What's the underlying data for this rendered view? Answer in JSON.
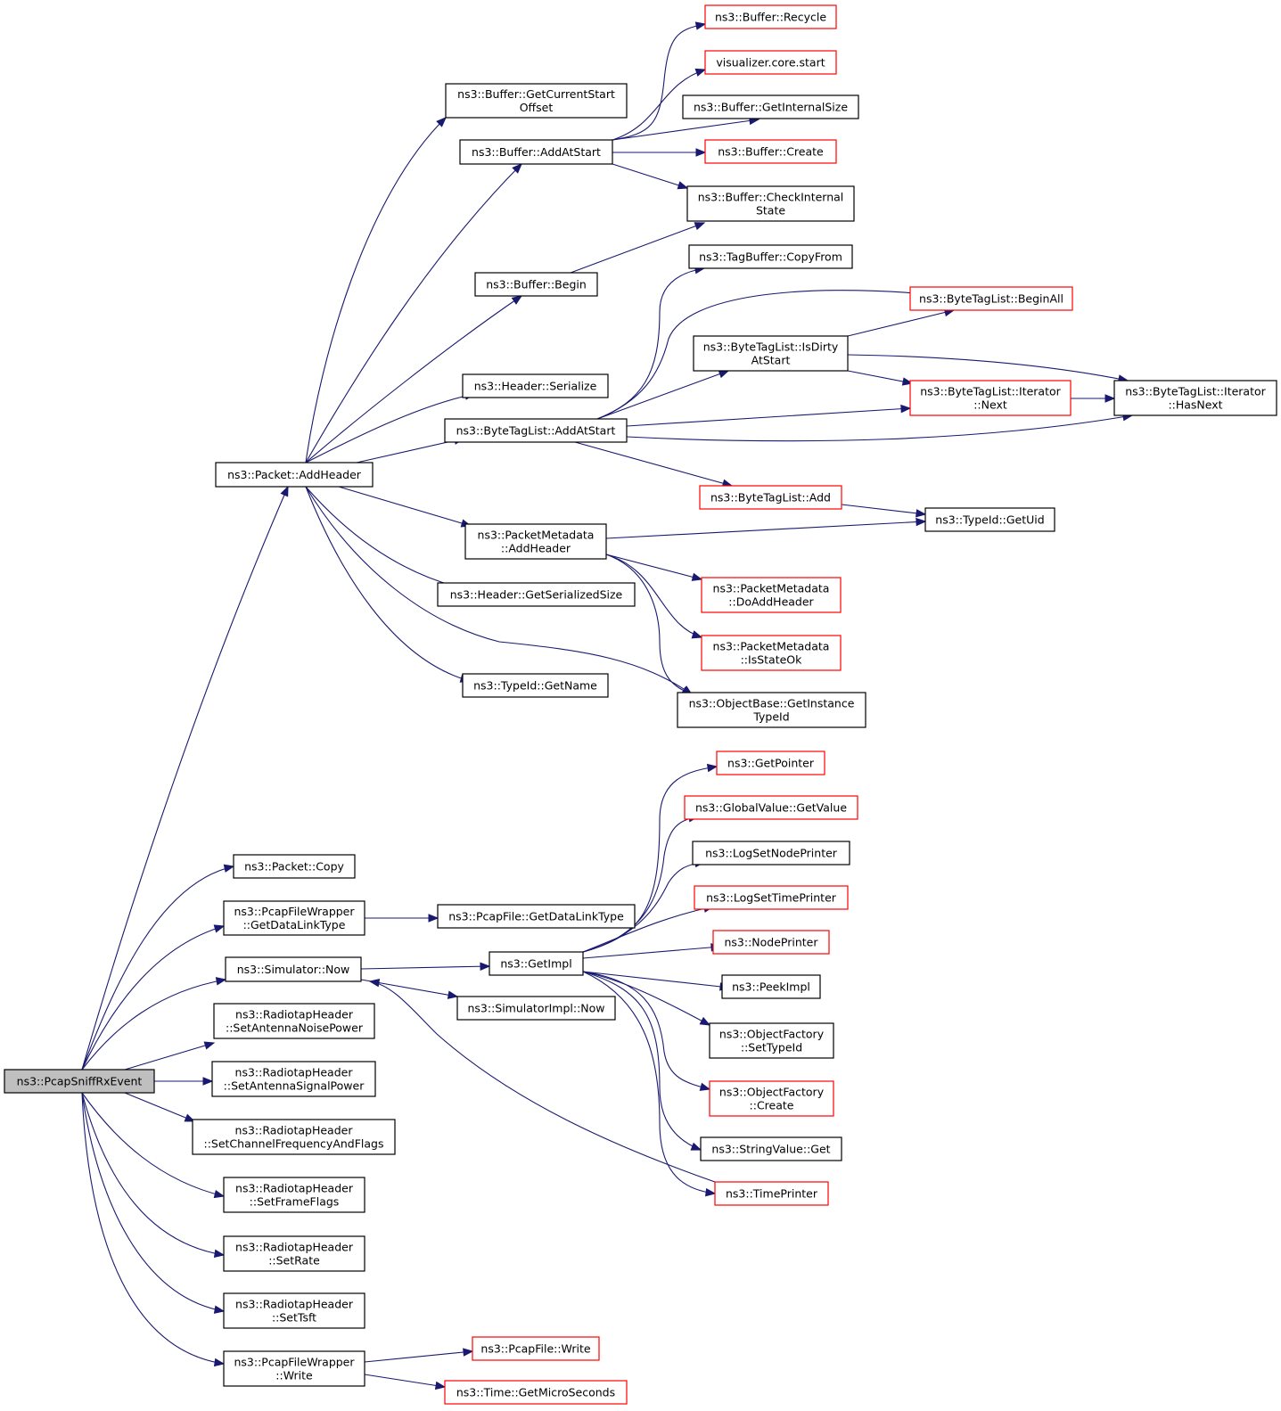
{
  "colors": {
    "edge": "#191970",
    "node_border": "#000000",
    "truncated_node_border": "#ff0000",
    "root_fill": "#bfbfbf",
    "background": "#ffffff"
  },
  "nodes": [
    {
      "id": "root",
      "kind": "root",
      "lines": [
        "ns3::PcapSniffRxEvent"
      ]
    },
    {
      "id": "addHeader",
      "kind": "normal",
      "lines": [
        "ns3::Packet::AddHeader"
      ]
    },
    {
      "id": "copy",
      "kind": "normal",
      "lines": [
        "ns3::Packet::Copy"
      ]
    },
    {
      "id": "getDLT",
      "kind": "normal",
      "lines": [
        "ns3::PcapFileWrapper",
        "::GetDataLinkType"
      ]
    },
    {
      "id": "simNow",
      "kind": "normal",
      "lines": [
        "ns3::Simulator::Now"
      ]
    },
    {
      "id": "setNoise",
      "kind": "normal",
      "lines": [
        "ns3::RadiotapHeader",
        "::SetAntennaNoisePower"
      ]
    },
    {
      "id": "setSignal",
      "kind": "normal",
      "lines": [
        "ns3::RadiotapHeader",
        "::SetAntennaSignalPower"
      ]
    },
    {
      "id": "setChan",
      "kind": "normal",
      "lines": [
        "ns3::RadiotapHeader",
        "::SetChannelFrequencyAndFlags"
      ]
    },
    {
      "id": "setFlags",
      "kind": "normal",
      "lines": [
        "ns3::RadiotapHeader",
        "::SetFrameFlags"
      ]
    },
    {
      "id": "setRate",
      "kind": "normal",
      "lines": [
        "ns3::RadiotapHeader",
        "::SetRate"
      ]
    },
    {
      "id": "setTsft",
      "kind": "normal",
      "lines": [
        "ns3::RadiotapHeader",
        "::SetTsft"
      ]
    },
    {
      "id": "wrapWrite",
      "kind": "normal",
      "lines": [
        "ns3::PcapFileWrapper",
        "::Write"
      ]
    },
    {
      "id": "getCSO",
      "kind": "normal",
      "lines": [
        "ns3::Buffer::GetCurrentStart",
        "Offset"
      ]
    },
    {
      "id": "bufAddAtStart",
      "kind": "normal",
      "lines": [
        "ns3::Buffer::AddAtStart"
      ]
    },
    {
      "id": "bufBegin",
      "kind": "normal",
      "lines": [
        "ns3::Buffer::Begin"
      ]
    },
    {
      "id": "hdrSerialize",
      "kind": "normal",
      "lines": [
        "ns3::Header::Serialize"
      ]
    },
    {
      "id": "btlAddAtStart",
      "kind": "normal",
      "lines": [
        "ns3::ByteTagList::AddAtStart"
      ]
    },
    {
      "id": "pmAddHeader",
      "kind": "normal",
      "lines": [
        "ns3::PacketMetadata",
        "::AddHeader"
      ]
    },
    {
      "id": "hdrGSS",
      "kind": "normal",
      "lines": [
        "ns3::Header::GetSerializedSize"
      ]
    },
    {
      "id": "typeIdGetName",
      "kind": "normal",
      "lines": [
        "ns3::TypeId::GetName"
      ]
    },
    {
      "id": "pfGetDLT",
      "kind": "normal",
      "lines": [
        "ns3::PcapFile::GetDataLinkType"
      ]
    },
    {
      "id": "getImpl",
      "kind": "normal",
      "lines": [
        "ns3::GetImpl"
      ]
    },
    {
      "id": "simImplNow",
      "kind": "normal",
      "lines": [
        "ns3::SimulatorImpl::Now"
      ]
    },
    {
      "id": "pfWrite",
      "kind": "red",
      "lines": [
        "ns3::PcapFile::Write"
      ]
    },
    {
      "id": "timeGMS",
      "kind": "red",
      "lines": [
        "ns3::Time::GetMicroSeconds"
      ]
    },
    {
      "id": "bufRecycle",
      "kind": "red",
      "lines": [
        "ns3::Buffer::Recycle"
      ]
    },
    {
      "id": "vizStart",
      "kind": "red",
      "lines": [
        "visualizer.core.start"
      ]
    },
    {
      "id": "bufGIS",
      "kind": "normal",
      "lines": [
        "ns3::Buffer::GetInternalSize"
      ]
    },
    {
      "id": "bufCreate",
      "kind": "red",
      "lines": [
        "ns3::Buffer::Create"
      ]
    },
    {
      "id": "bufCIS",
      "kind": "normal",
      "lines": [
        "ns3::Buffer::CheckInternal",
        "State"
      ]
    },
    {
      "id": "tagCopyFrom",
      "kind": "normal",
      "lines": [
        "ns3::TagBuffer::CopyFrom"
      ]
    },
    {
      "id": "btlIsDirty",
      "kind": "normal",
      "lines": [
        "ns3::ByteTagList::IsDirty",
        "AtStart"
      ]
    },
    {
      "id": "btlAdd",
      "kind": "red",
      "lines": [
        "ns3::ByteTagList::Add"
      ]
    },
    {
      "id": "pmDoAdd",
      "kind": "red",
      "lines": [
        "ns3::PacketMetadata",
        "::DoAddHeader"
      ]
    },
    {
      "id": "pmIsStateOk",
      "kind": "red",
      "lines": [
        "ns3::PacketMetadata",
        "::IsStateOk"
      ]
    },
    {
      "id": "objGIT",
      "kind": "normal",
      "lines": [
        "ns3::ObjectBase::GetInstance",
        "TypeId"
      ]
    },
    {
      "id": "getPointer",
      "kind": "red",
      "lines": [
        "ns3::GetPointer"
      ]
    },
    {
      "id": "gvGetValue",
      "kind": "red",
      "lines": [
        "ns3::GlobalValue::GetValue"
      ]
    },
    {
      "id": "logSNP",
      "kind": "normal",
      "lines": [
        "ns3::LogSetNodePrinter"
      ]
    },
    {
      "id": "logSTP",
      "kind": "red",
      "lines": [
        "ns3::LogSetTimePrinter"
      ]
    },
    {
      "id": "nodePrinter",
      "kind": "red",
      "lines": [
        "ns3::NodePrinter"
      ]
    },
    {
      "id": "peekImpl",
      "kind": "normal",
      "lines": [
        "ns3::PeekImpl"
      ]
    },
    {
      "id": "ofSetTypeId",
      "kind": "normal",
      "lines": [
        "ns3::ObjectFactory",
        "::SetTypeId"
      ]
    },
    {
      "id": "ofCreate",
      "kind": "red",
      "lines": [
        "ns3::ObjectFactory",
        "::Create"
      ]
    },
    {
      "id": "strGet",
      "kind": "normal",
      "lines": [
        "ns3::StringValue::Get"
      ]
    },
    {
      "id": "timePrinter",
      "kind": "red",
      "lines": [
        "ns3::TimePrinter"
      ]
    },
    {
      "id": "btlBeginAll",
      "kind": "red",
      "lines": [
        "ns3::ByteTagList::BeginAll"
      ]
    },
    {
      "id": "btlIterNext",
      "kind": "red",
      "lines": [
        "ns3::ByteTagList::Iterator",
        "::Next"
      ]
    },
    {
      "id": "typeIdGetUid",
      "kind": "normal",
      "lines": [
        "ns3::TypeId::GetUid"
      ]
    },
    {
      "id": "btlIterHasNext",
      "kind": "normal",
      "lines": [
        "ns3::ByteTagList::Iterator",
        "::HasNext"
      ]
    }
  ],
  "edges": [
    [
      "root",
      "addHeader"
    ],
    [
      "root",
      "copy"
    ],
    [
      "root",
      "getDLT"
    ],
    [
      "root",
      "simNow"
    ],
    [
      "root",
      "setNoise"
    ],
    [
      "root",
      "setSignal"
    ],
    [
      "root",
      "setChan"
    ],
    [
      "root",
      "setFlags"
    ],
    [
      "root",
      "setRate"
    ],
    [
      "root",
      "setTsft"
    ],
    [
      "root",
      "wrapWrite"
    ],
    [
      "addHeader",
      "getCSO"
    ],
    [
      "addHeader",
      "bufAddAtStart"
    ],
    [
      "addHeader",
      "bufBegin"
    ],
    [
      "addHeader",
      "hdrSerialize"
    ],
    [
      "addHeader",
      "btlAddAtStart"
    ],
    [
      "addHeader",
      "pmAddHeader"
    ],
    [
      "addHeader",
      "hdrGSS"
    ],
    [
      "addHeader",
      "typeIdGetName"
    ],
    [
      "addHeader",
      "objGIT"
    ],
    [
      "bufAddAtStart",
      "bufRecycle"
    ],
    [
      "bufAddAtStart",
      "vizStart"
    ],
    [
      "bufAddAtStart",
      "bufGIS"
    ],
    [
      "bufAddAtStart",
      "bufCreate"
    ],
    [
      "bufAddAtStart",
      "bufCIS"
    ],
    [
      "bufBegin",
      "bufCIS"
    ],
    [
      "btlAddAtStart",
      "tagCopyFrom"
    ],
    [
      "btlAddAtStart",
      "btlBeginAll"
    ],
    [
      "btlAddAtStart",
      "btlIsDirty"
    ],
    [
      "btlAddAtStart",
      "btlIterNext"
    ],
    [
      "btlAddAtStart",
      "btlIterHasNext"
    ],
    [
      "btlAddAtStart",
      "btlAdd"
    ],
    [
      "btlIsDirty",
      "btlBeginAll"
    ],
    [
      "btlIsDirty",
      "btlIterHasNext"
    ],
    [
      "btlIsDirty",
      "btlIterNext"
    ],
    [
      "btlIterNext",
      "btlIterHasNext"
    ],
    [
      "btlAdd",
      "typeIdGetUid"
    ],
    [
      "pmAddHeader",
      "typeIdGetUid"
    ],
    [
      "pmAddHeader",
      "pmDoAdd"
    ],
    [
      "pmAddHeader",
      "pmIsStateOk"
    ],
    [
      "pmAddHeader",
      "objGIT"
    ],
    [
      "getDLT",
      "pfGetDLT"
    ],
    [
      "simNow",
      "getImpl"
    ],
    [
      "simNow",
      "simImplNow"
    ],
    [
      "getImpl",
      "getPointer"
    ],
    [
      "getImpl",
      "gvGetValue"
    ],
    [
      "getImpl",
      "logSNP"
    ],
    [
      "getImpl",
      "logSTP"
    ],
    [
      "getImpl",
      "nodePrinter"
    ],
    [
      "getImpl",
      "peekImpl"
    ],
    [
      "getImpl",
      "ofSetTypeId"
    ],
    [
      "getImpl",
      "ofCreate"
    ],
    [
      "getImpl",
      "strGet"
    ],
    [
      "getImpl",
      "timePrinter"
    ],
    [
      "timePrinter",
      "simNow"
    ],
    [
      "wrapWrite",
      "pfWrite"
    ],
    [
      "wrapWrite",
      "timeGMS"
    ]
  ]
}
